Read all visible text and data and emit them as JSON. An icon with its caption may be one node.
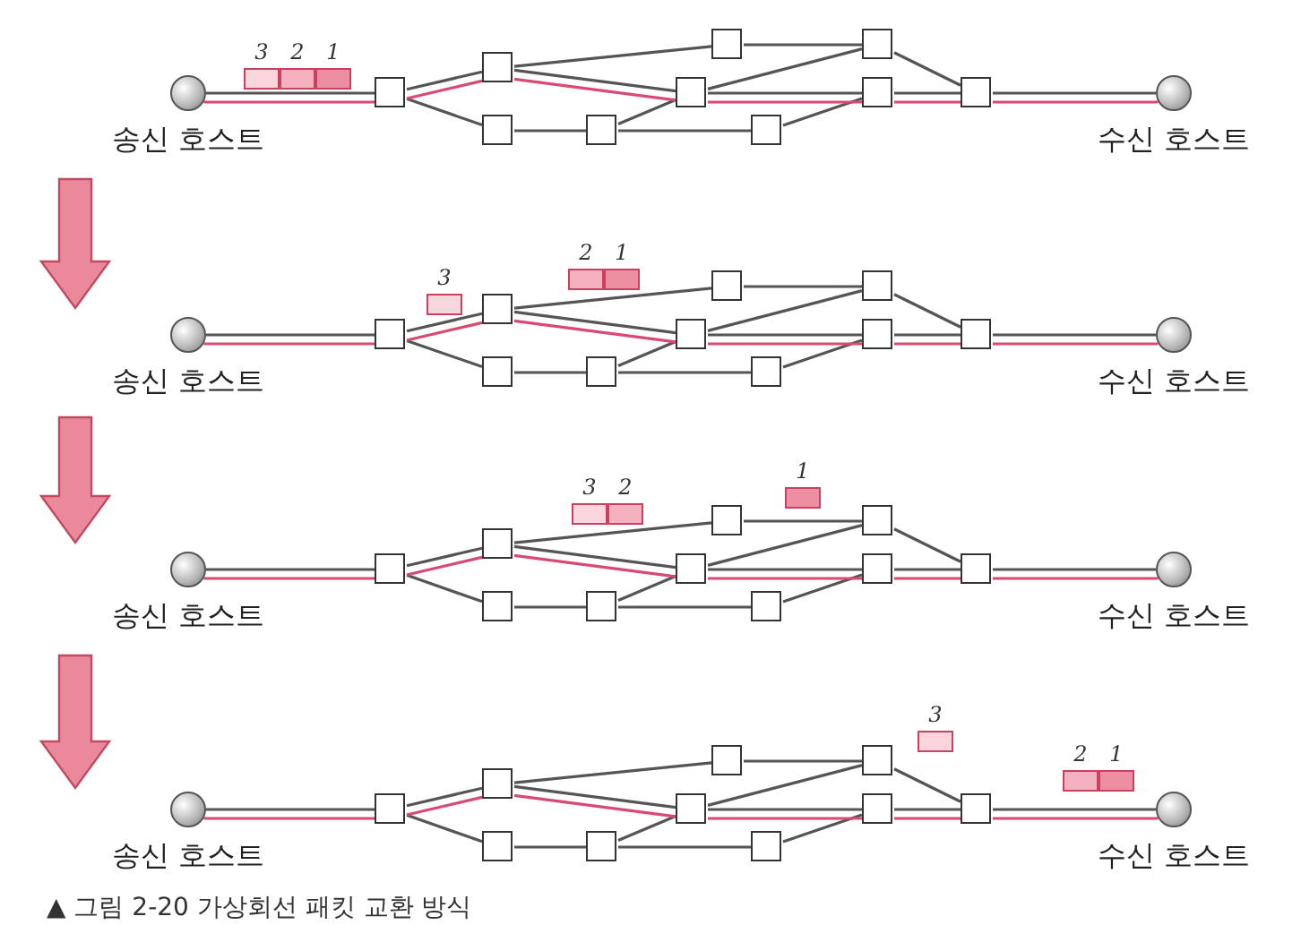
{
  "diagram": {
    "caption": "▲ 그림 2-20 가상회선 패킷 교환 방식",
    "nodes": [
      {
        "text": [
          "송신 호스트"
        ]
      },
      {
        "text": [],
        "shape": "box"
      },
      {
        "text": [],
        "shape": "box"
      },
      {
        "text": [],
        "shape": "box"
      },
      {
        "text": [],
        "shape": "box"
      },
      {
        "text": [],
        "shape": "box"
      },
      {
        "text": [],
        "shape": "box"
      },
      {
        "text": [],
        "shape": "box"
      },
      {
        "text": [],
        "shape": "box"
      },
      {
        "text": [],
        "shape": "box"
      },
      {
        "text": [],
        "shape": "box"
      },
      {
        "text": [
          "수신 호스트"
        ]
      },
      {
        "text": [
          "3"
        ]
      },
      {
        "text": [
          "2"
        ]
      },
      {
        "text": [
          "1"
        ]
      },
      {
        "text": [
          "송신 호스트"
        ]
      },
      {
        "text": [],
        "shape": "box"
      },
      {
        "text": [],
        "shape": "box"
      },
      {
        "text": [],
        "shape": "box"
      },
      {
        "text": [],
        "shape": "box"
      },
      {
        "text": [],
        "shape": "box"
      },
      {
        "text": [],
        "shape": "box"
      },
      {
        "text": [],
        "shape": "box"
      },
      {
        "text": [],
        "shape": "box"
      },
      {
        "text": [],
        "shape": "box"
      },
      {
        "text": [],
        "shape": "box"
      },
      {
        "text": [
          "수신 호스트"
        ]
      },
      {
        "text": [
          "3"
        ]
      },
      {
        "text": [
          "2"
        ]
      },
      {
        "text": [
          "1"
        ]
      },
      {
        "text": [
          "송신 호스트"
        ]
      },
      {
        "text": [],
        "shape": "box"
      },
      {
        "text": [],
        "shape": "box"
      },
      {
        "text": [],
        "shape": "box"
      },
      {
        "text": [],
        "shape": "box"
      },
      {
        "text": [],
        "shape": "box"
      },
      {
        "text": [],
        "shape": "box"
      },
      {
        "text": [],
        "shape": "box"
      },
      {
        "text": [],
        "shape": "box"
      },
      {
        "text": [],
        "shape": "box"
      },
      {
        "text": [],
        "shape": "box"
      },
      {
        "text": [
          "수신 호스트"
        ]
      },
      {
        "text": [
          "3"
        ]
      },
      {
        "text": [
          "2"
        ]
      },
      {
        "text": [
          "1"
        ]
      },
      {
        "text": [
          "송신 호스트"
        ]
      },
      {
        "text": [],
        "shape": "box"
      },
      {
        "text": [],
        "shape": "box"
      },
      {
        "text": [],
        "shape": "box"
      },
      {
        "text": [],
        "shape": "box"
      },
      {
        "text": [],
        "shape": "box"
      },
      {
        "text": [],
        "shape": "box"
      },
      {
        "text": [],
        "shape": "box"
      },
      {
        "text": [],
        "shape": "box"
      },
      {
        "text": [],
        "shape": "box"
      },
      {
        "text": [],
        "shape": "box"
      },
      {
        "text": [
          "수신 호스트"
        ]
      },
      {
        "text": [
          "3"
        ]
      },
      {
        "text": [
          "2"
        ]
      },
      {
        "text": [
          "1"
        ]
      }
    ],
    "edges": [
      {
        "from": 0,
        "to": 1,
        "arrow": "none"
      },
      {
        "from": 1,
        "to": 2,
        "arrow": "none"
      },
      {
        "from": 1,
        "to": 3,
        "arrow": "none"
      },
      {
        "from": 2,
        "to": 6,
        "arrow": "none"
      },
      {
        "from": 2,
        "to": 5,
        "arrow": "none"
      },
      {
        "from": 3,
        "to": 4,
        "arrow": "none"
      },
      {
        "from": 4,
        "to": 5,
        "arrow": "none"
      },
      {
        "from": 4,
        "to": 7,
        "arrow": "none"
      },
      {
        "from": 7,
        "to": 9,
        "arrow": "none"
      },
      {
        "from": 5,
        "to": 8,
        "arrow": "none"
      },
      {
        "from": 5,
        "to": 9,
        "arrow": "none"
      },
      {
        "from": 6,
        "to": 8,
        "arrow": "none"
      },
      {
        "from": 8,
        "to": 10,
        "arrow": "none"
      },
      {
        "from": 9,
        "to": 10,
        "arrow": "none"
      },
      {
        "from": 10,
        "to": 11,
        "arrow": "none"
      },
      {
        "from": 0,
        "to": 1,
        "arrow": "none",
        "color": "#d94a72"
      },
      {
        "from": 1,
        "to": 2,
        "arrow": "none",
        "color": "#d94a72"
      },
      {
        "from": 2,
        "to": 5,
        "arrow": "none",
        "color": "#d94a72"
      },
      {
        "from": 5,
        "to": 9,
        "arrow": "none",
        "color": "#d94a72"
      },
      {
        "from": 9,
        "to": 10,
        "arrow": "none",
        "color": "#d94a72"
      },
      {
        "from": 10,
        "to": 11,
        "arrow": "none",
        "color": "#d94a72"
      },
      {
        "from": 15,
        "to": 16,
        "arrow": "none"
      },
      {
        "from": 16,
        "to": 17,
        "arrow": "none"
      },
      {
        "from": 16,
        "to": 18,
        "arrow": "none"
      },
      {
        "from": 17,
        "to": 21,
        "arrow": "none"
      },
      {
        "from": 17,
        "to": 20,
        "arrow": "none"
      },
      {
        "from": 18,
        "to": 19,
        "arrow": "none"
      },
      {
        "from": 19,
        "to": 20,
        "arrow": "none"
      },
      {
        "from": 19,
        "to": 22,
        "arrow": "none"
      },
      {
        "from": 22,
        "to": 24,
        "arrow": "none"
      },
      {
        "from": 20,
        "to": 23,
        "arrow": "none"
      },
      {
        "from": 20,
        "to": 24,
        "arrow": "none"
      },
      {
        "from": 21,
        "to": 23,
        "arrow": "none"
      },
      {
        "from": 23,
        "to": 25,
        "arrow": "none"
      },
      {
        "from": 24,
        "to": 25,
        "arrow": "none"
      },
      {
        "from": 25,
        "to": 26,
        "arrow": "none"
      },
      {
        "from": 15,
        "to": 16,
        "arrow": "none",
        "color": "#d94a72"
      },
      {
        "from": 16,
        "to": 17,
        "arrow": "none",
        "color": "#d94a72"
      },
      {
        "from": 17,
        "to": 20,
        "arrow": "none",
        "color": "#d94a72"
      },
      {
        "from": 20,
        "to": 24,
        "arrow": "none",
        "color": "#d94a72"
      },
      {
        "from": 24,
        "to": 25,
        "arrow": "none",
        "color": "#d94a72"
      },
      {
        "from": 25,
        "to": 26,
        "arrow": "none",
        "color": "#d94a72"
      },
      {
        "from": 30,
        "to": 31,
        "arrow": "none"
      },
      {
        "from": 31,
        "to": 32,
        "arrow": "none"
      },
      {
        "from": 31,
        "to": 33,
        "arrow": "none"
      },
      {
        "from": 32,
        "to": 36,
        "arrow": "none"
      },
      {
        "from": 32,
        "to": 35,
        "arrow": "none"
      },
      {
        "from": 33,
        "to": 34,
        "arrow": "none"
      },
      {
        "from": 34,
        "to": 35,
        "arrow": "none"
      },
      {
        "from": 34,
        "to": 37,
        "arrow": "none"
      },
      {
        "from": 37,
        "to": 39,
        "arrow": "none"
      },
      {
        "from": 35,
        "to": 38,
        "arrow": "none"
      },
      {
        "from": 35,
        "to": 39,
        "arrow": "none"
      },
      {
        "from": 36,
        "to": 38,
        "arrow": "none"
      },
      {
        "from": 38,
        "to": 40,
        "arrow": "none"
      },
      {
        "from": 39,
        "to": 40,
        "arrow": "none"
      },
      {
        "from": 40,
        "to": 41,
        "arrow": "none"
      },
      {
        "from": 30,
        "to": 31,
        "arrow": "none",
        "color": "#d94a72"
      },
      {
        "from": 31,
        "to": 32,
        "arrow": "none",
        "color": "#d94a72"
      },
      {
        "from": 32,
        "to": 35,
        "arrow": "none",
        "color": "#d94a72"
      },
      {
        "from": 35,
        "to": 39,
        "arrow": "none",
        "color": "#d94a72"
      },
      {
        "from": 39,
        "to": 40,
        "arrow": "none",
        "color": "#d94a72"
      },
      {
        "from": 40,
        "to": 41,
        "arrow": "none",
        "color": "#d94a72"
      },
      {
        "from": 45,
        "to": 46,
        "arrow": "none"
      },
      {
        "from": 46,
        "to": 47,
        "arrow": "none"
      },
      {
        "from": 46,
        "to": 48,
        "arrow": "none"
      },
      {
        "from": 47,
        "to": 51,
        "arrow": "none"
      },
      {
        "from": 47,
        "to": 50,
        "arrow": "none"
      },
      {
        "from": 48,
        "to": 49,
        "arrow": "none"
      },
      {
        "from": 49,
        "to": 50,
        "arrow": "none"
      },
      {
        "from": 49,
        "to": 52,
        "arrow": "none"
      },
      {
        "from": 52,
        "to": 54,
        "arrow": "none"
      },
      {
        "from": 50,
        "to": 53,
        "arrow": "none"
      },
      {
        "from": 50,
        "to": 54,
        "arrow": "none"
      },
      {
        "from": 51,
        "to": 53,
        "arrow": "none"
      },
      {
        "from": 53,
        "to": 55,
        "arrow": "none"
      },
      {
        "from": 54,
        "to": 55,
        "arrow": "none"
      },
      {
        "from": 55,
        "to": 56,
        "arrow": "none"
      },
      {
        "from": 45,
        "to": 46,
        "arrow": "none",
        "color": "#d94a72"
      },
      {
        "from": 46,
        "to": 47,
        "arrow": "none",
        "color": "#d94a72"
      },
      {
        "from": 47,
        "to": 50,
        "arrow": "none",
        "color": "#d94a72"
      },
      {
        "from": 50,
        "to": 54,
        "arrow": "none",
        "color": "#d94a72"
      },
      {
        "from": 54,
        "to": 55,
        "arrow": "none",
        "color": "#d94a72"
      },
      {
        "from": 55,
        "to": 56,
        "arrow": "none",
        "color": "#d94a72"
      }
    ]
  }
}
